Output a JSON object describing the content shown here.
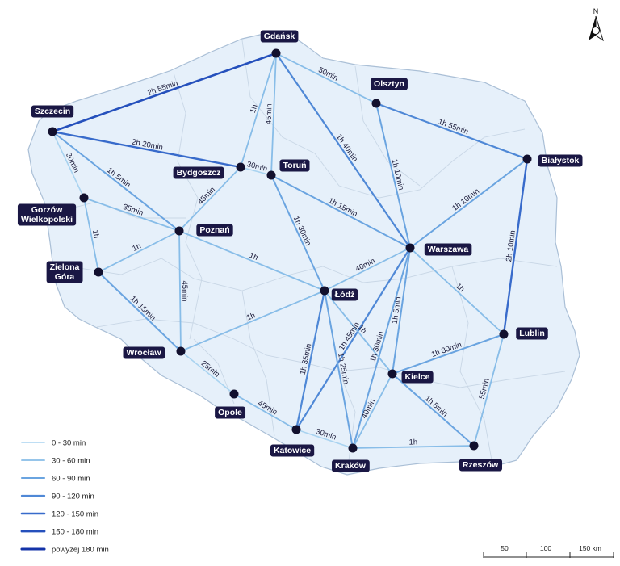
{
  "colors": {
    "land": "#e6f0fa",
    "border": "#aabfd6",
    "inner_border": "#c9d7e6",
    "node": "#12102e",
    "label_bg": "#1a1744",
    "label_text": "#ffffff"
  },
  "north": {
    "label": "N"
  },
  "cities": [
    {
      "id": "gdansk",
      "name": "Gdańsk"
    },
    {
      "id": "szczecin",
      "name": "Szczecin"
    },
    {
      "id": "olsztyn",
      "name": "Olsztyn"
    },
    {
      "id": "bialystok",
      "name": "Białystok"
    },
    {
      "id": "bydgoszcz",
      "name": "Bydgoszcz"
    },
    {
      "id": "torun",
      "name": "Toruń"
    },
    {
      "id": "gorzow",
      "name": "Gorzów\nWielkopolski"
    },
    {
      "id": "poznan",
      "name": "Poznań"
    },
    {
      "id": "zielona",
      "name": "Zielona\nGóra"
    },
    {
      "id": "warszawa",
      "name": "Warszawa"
    },
    {
      "id": "lodz",
      "name": "Łódź"
    },
    {
      "id": "lublin",
      "name": "Lublin"
    },
    {
      "id": "wroclaw",
      "name": "Wrocław"
    },
    {
      "id": "kielce",
      "name": "Kielce"
    },
    {
      "id": "opole",
      "name": "Opole"
    },
    {
      "id": "katowice",
      "name": "Katowice"
    },
    {
      "id": "krakow",
      "name": "Kraków"
    },
    {
      "id": "rzeszow",
      "name": "Rzeszów"
    }
  ],
  "connections": [
    {
      "from": "szczecin",
      "to": "gdansk",
      "label": "2h 55min",
      "minutes": 175
    },
    {
      "from": "gdansk",
      "to": "olsztyn",
      "label": "50min",
      "minutes": 50
    },
    {
      "from": "gdansk",
      "to": "bydgoszcz",
      "label": "1h",
      "minutes": 60
    },
    {
      "from": "gdansk",
      "to": "torun",
      "label": "45min",
      "minutes": 45
    },
    {
      "from": "gdansk",
      "to": "warszawa",
      "label": "1h 40min",
      "minutes": 100
    },
    {
      "from": "olsztyn",
      "to": "bialystok",
      "label": "1h 55min",
      "minutes": 115
    },
    {
      "from": "olsztyn",
      "to": "warszawa",
      "label": "1h 10min",
      "minutes": 70
    },
    {
      "from": "szczecin",
      "to": "bydgoszcz",
      "label": "2h 20min",
      "minutes": 140
    },
    {
      "from": "szczecin",
      "to": "gorzow",
      "label": "30min",
      "minutes": 30
    },
    {
      "from": "szczecin",
      "to": "poznan",
      "label": "1h 5min",
      "minutes": 65
    },
    {
      "from": "bydgoszcz",
      "to": "torun",
      "label": "30min",
      "minutes": 30
    },
    {
      "from": "bydgoszcz",
      "to": "poznan",
      "label": "45min",
      "minutes": 45
    },
    {
      "from": "torun",
      "to": "warszawa",
      "label": "1h 15min",
      "minutes": 75
    },
    {
      "from": "torun",
      "to": "lodz",
      "label": "1h 30min",
      "minutes": 90
    },
    {
      "from": "gorzow",
      "to": "poznan",
      "label": "35min",
      "minutes": 35
    },
    {
      "from": "gorzow",
      "to": "zielona",
      "label": "1h",
      "minutes": 60
    },
    {
      "from": "zielona",
      "to": "poznan",
      "label": "1h",
      "minutes": 60
    },
    {
      "from": "zielona",
      "to": "wroclaw",
      "label": "1h 15min",
      "minutes": 75
    },
    {
      "from": "poznan",
      "to": "wroclaw",
      "label": "45min",
      "minutes": 45
    },
    {
      "from": "poznan",
      "to": "lodz",
      "label": "1h",
      "minutes": 60
    },
    {
      "from": "bialystok",
      "to": "warszawa",
      "label": "1h 10min",
      "minutes": 70
    },
    {
      "from": "bialystok",
      "to": "lublin",
      "label": "2h 10min",
      "minutes": 130
    },
    {
      "from": "warszawa",
      "to": "lodz",
      "label": "40min",
      "minutes": 40
    },
    {
      "from": "warszawa",
      "to": "lublin",
      "label": "1h",
      "minutes": 60
    },
    {
      "from": "warszawa",
      "to": "katowice",
      "label": "1h 45min",
      "minutes": 105
    },
    {
      "from": "warszawa",
      "to": "krakow",
      "label": "1h 30min",
      "minutes": 90
    },
    {
      "from": "warszawa",
      "to": "kielce",
      "label": "1h 5min",
      "minutes": 65
    },
    {
      "from": "lodz",
      "to": "wroclaw",
      "label": "1h",
      "minutes": 60
    },
    {
      "from": "lodz",
      "to": "katowice",
      "label": "1h 35min",
      "minutes": 95
    },
    {
      "from": "lodz",
      "to": "krakow",
      "label": "1h 25min",
      "minutes": 85
    },
    {
      "from": "lodz",
      "to": "kielce",
      "label": "1h",
      "minutes": 60
    },
    {
      "from": "lublin",
      "to": "kielce",
      "label": "1h 30min",
      "minutes": 90
    },
    {
      "from": "lublin",
      "to": "rzeszow",
      "label": "55min",
      "minutes": 55
    },
    {
      "from": "wroclaw",
      "to": "opole",
      "label": "25min",
      "minutes": 25
    },
    {
      "from": "opole",
      "to": "katowice",
      "label": "45min",
      "minutes": 45
    },
    {
      "from": "katowice",
      "to": "krakow",
      "label": "30min",
      "minutes": 30
    },
    {
      "from": "kielce",
      "to": "krakow",
      "label": "40min",
      "minutes": 40
    },
    {
      "from": "kielce",
      "to": "rzeszow",
      "label": "1h 5min",
      "minutes": 65
    },
    {
      "from": "krakow",
      "to": "rzeszow",
      "label": "1h",
      "minutes": 60
    }
  ],
  "legend": [
    {
      "label": "0 - 30 min",
      "color": "#a9d3f0"
    },
    {
      "label": "30 - 60 min",
      "color": "#88bde8"
    },
    {
      "label": "60 - 90 min",
      "color": "#6aa4e0"
    },
    {
      "label": "90 - 120 min",
      "color": "#4f88d6"
    },
    {
      "label": "120 - 150 min",
      "color": "#386bcb"
    },
    {
      "label": "150 - 180 min",
      "color": "#2550bc"
    },
    {
      "label": "powyżej 180 min",
      "color": "#1433a8"
    }
  ],
  "scale": {
    "ticks": [
      "50",
      "100",
      "150 km"
    ]
  }
}
